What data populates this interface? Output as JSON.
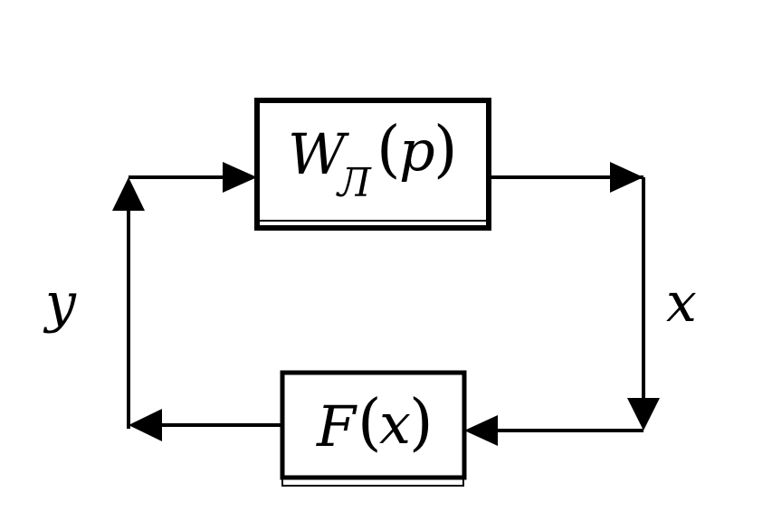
{
  "colors": {
    "stroke": "#000000",
    "background": "#ffffff"
  },
  "blocks": {
    "linear": {
      "symbol": "W",
      "subscript": "Л",
      "open_paren": "(",
      "argument": "p",
      "close_paren": ")"
    },
    "nonlinear": {
      "symbol": "F",
      "open_paren": "(",
      "argument": "x",
      "close_paren": ")"
    }
  },
  "signals": {
    "output": "x",
    "feedback": "y"
  }
}
